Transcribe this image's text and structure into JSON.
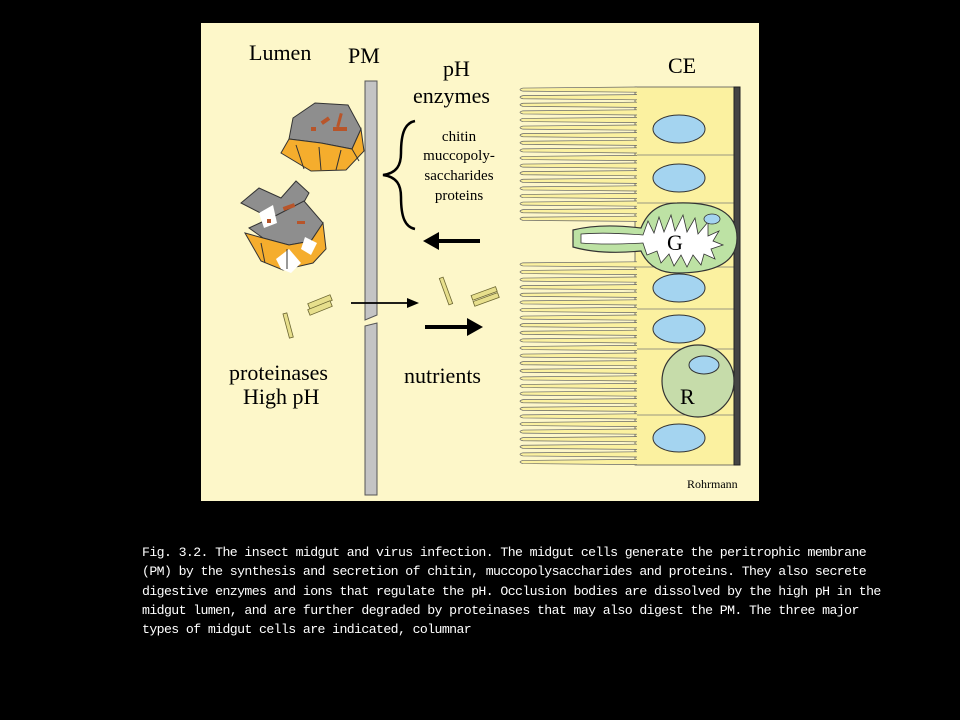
{
  "figure": {
    "labels": {
      "lumen": "Lumen",
      "pm": "PM",
      "ph": "pH",
      "enzymes": "enzymes",
      "ce": "CE",
      "secreted": [
        "chitin",
        "muccopoly-",
        "saccharides",
        "proteins"
      ],
      "g": "G",
      "r": "R",
      "proteinases": "proteinases",
      "high_ph": "High pH",
      "nutrients": "nutrients",
      "credit": "Rohrmann"
    },
    "colors": {
      "panel": "#fdf7c9",
      "cell": "#fbf1a0",
      "nucleus": "#a4d4f0",
      "goblet": "#bde2a4",
      "regenerative": "#c6dcaa",
      "occlusion_body": "#f5ad2d",
      "occlusion_top": "#8e8e8e",
      "membrane": "#c4c4c4"
    }
  },
  "caption": {
    "lines": [
      "Fig. 3.2. The insect midgut and virus infection. The midgut cells generate the peritrophic membrane",
      "(PM) by the synthesis and secretion of chitin, muccopolysaccharides and proteins. They also secrete",
      "digestive enzymes and ions that regulate the pH. Occlusion bodies are dissolved by the high pH in the",
      "midgut lumen, and are further degraded by proteinases that may also digest the PM. The three major",
      "types of midgut cells are indicated, columnar"
    ]
  }
}
